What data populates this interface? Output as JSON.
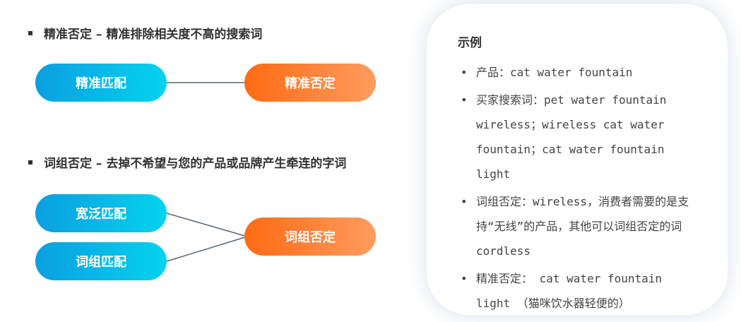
{
  "sections": [
    {
      "heading": "精准否定  –  精准排除相关度不高的搜索词"
    },
    {
      "heading": "词组否定 – 去掉不希望与您的产品或品牌产生牵连的字词"
    }
  ],
  "pills": {
    "exact_match": "精准匹配",
    "exact_negative": "精准否定",
    "broad_match": "宽泛匹配",
    "phrase_match": "词组匹配",
    "phrase_negative": "词组否定"
  },
  "example": {
    "title": "示例",
    "items": [
      "产品：cat water fountain",
      "买家搜索词：pet water fountain wireless；wireless cat water fountain；cat water fountain light",
      "词组否定：wireless，消费者需要的是支持“无线”的产品，其他可以词组否定的词cordless",
      "精准否定： cat water fountain light （猫咪饮水器轻便的）"
    ]
  },
  "colors": {
    "blue_start": "#0a9fe0",
    "blue_end": "#06d2ee",
    "orange_start": "#ff6a13",
    "orange_end": "#ff9c5e",
    "connector": "#5a6474"
  }
}
